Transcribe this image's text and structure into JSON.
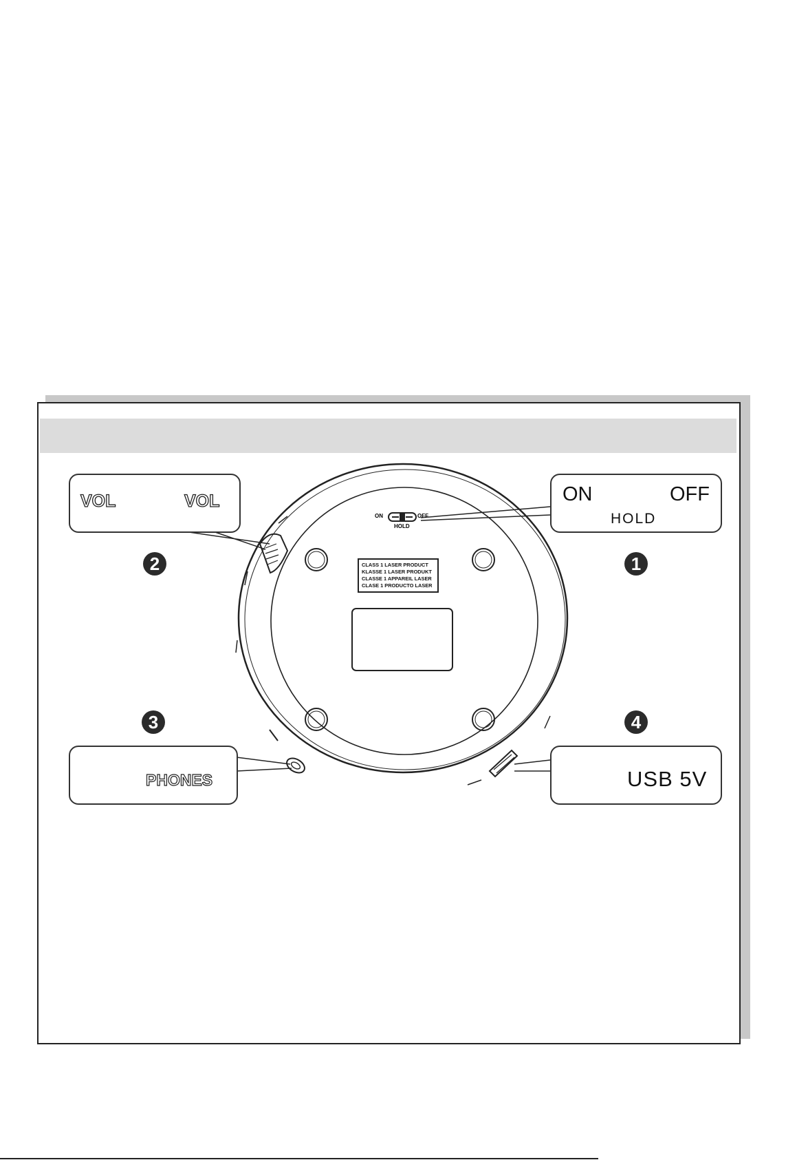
{
  "callouts": {
    "volume": {
      "number": "2",
      "vol_minus": "VOL",
      "vol_plus": "VOL"
    },
    "power": {
      "number": "1",
      "on": "ON",
      "off": "OFF",
      "hold": "HOLD"
    },
    "phones": {
      "number": "3",
      "label": "PHONES"
    },
    "usb": {
      "number": "4",
      "label": "USB 5V"
    }
  },
  "device": {
    "switch_on": "ON",
    "switch_off": "OFF",
    "switch_hold": "HOLD",
    "laser_label": [
      "CLASS 1 LASER PRODUCT",
      "KLASSE 1 LASER PRODUKT",
      "CLASSE 1 APPAREIL LASER",
      "CLASE 1 PRODUCTO LASER"
    ]
  },
  "colors": {
    "ink": "#222222",
    "shadow": "#c8c8c8",
    "header_bar": "#dcdcdc",
    "badge": "#2b2b2b"
  }
}
